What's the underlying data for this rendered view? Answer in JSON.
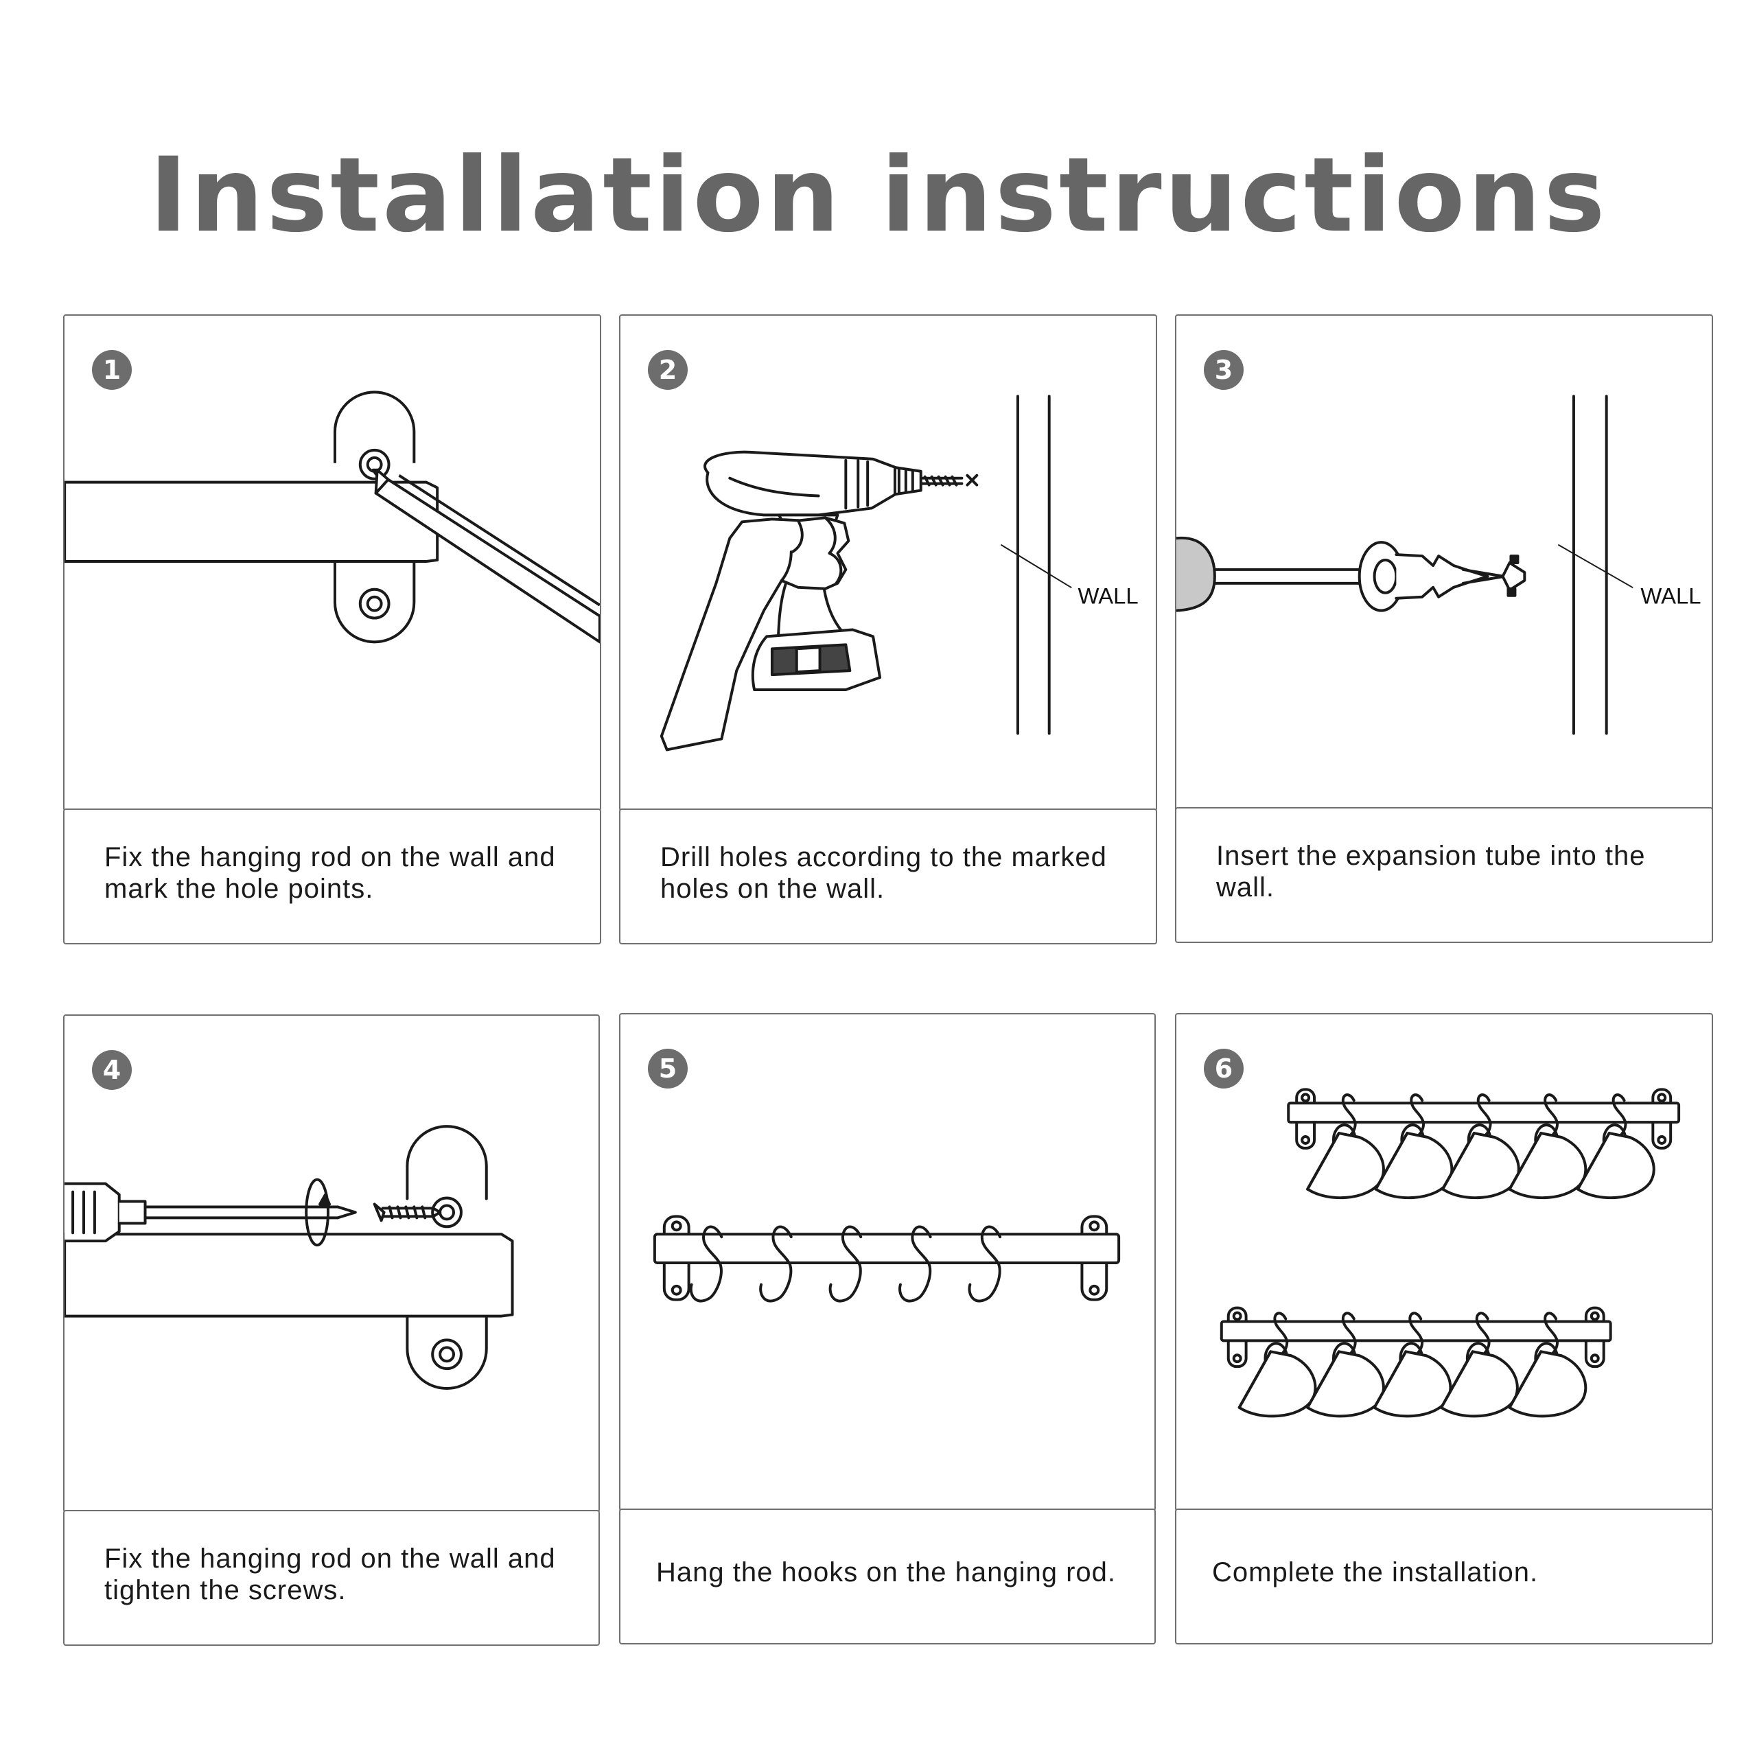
{
  "title": "Installation instructions",
  "steps": [
    {
      "number": "1",
      "caption": "Fix the hanging rod on the wall and mark the hole points."
    },
    {
      "number": "2",
      "caption": "Drill holes according to the marked holes on the wall.",
      "label": "WALL"
    },
    {
      "number": "3",
      "caption": "Insert the expansion tube into the wall.",
      "label": "WALL"
    },
    {
      "number": "4",
      "caption": "Fix the hanging rod on the wall and tighten the screws."
    },
    {
      "number": "5",
      "caption": "Hang the hooks on the hanging rod."
    },
    {
      "number": "6",
      "caption": "Complete the installation."
    }
  ],
  "colors": {
    "title": "#666666",
    "badge": "#6d6d6d",
    "border": "#6f6f6f",
    "line": "#1a1a1a"
  }
}
